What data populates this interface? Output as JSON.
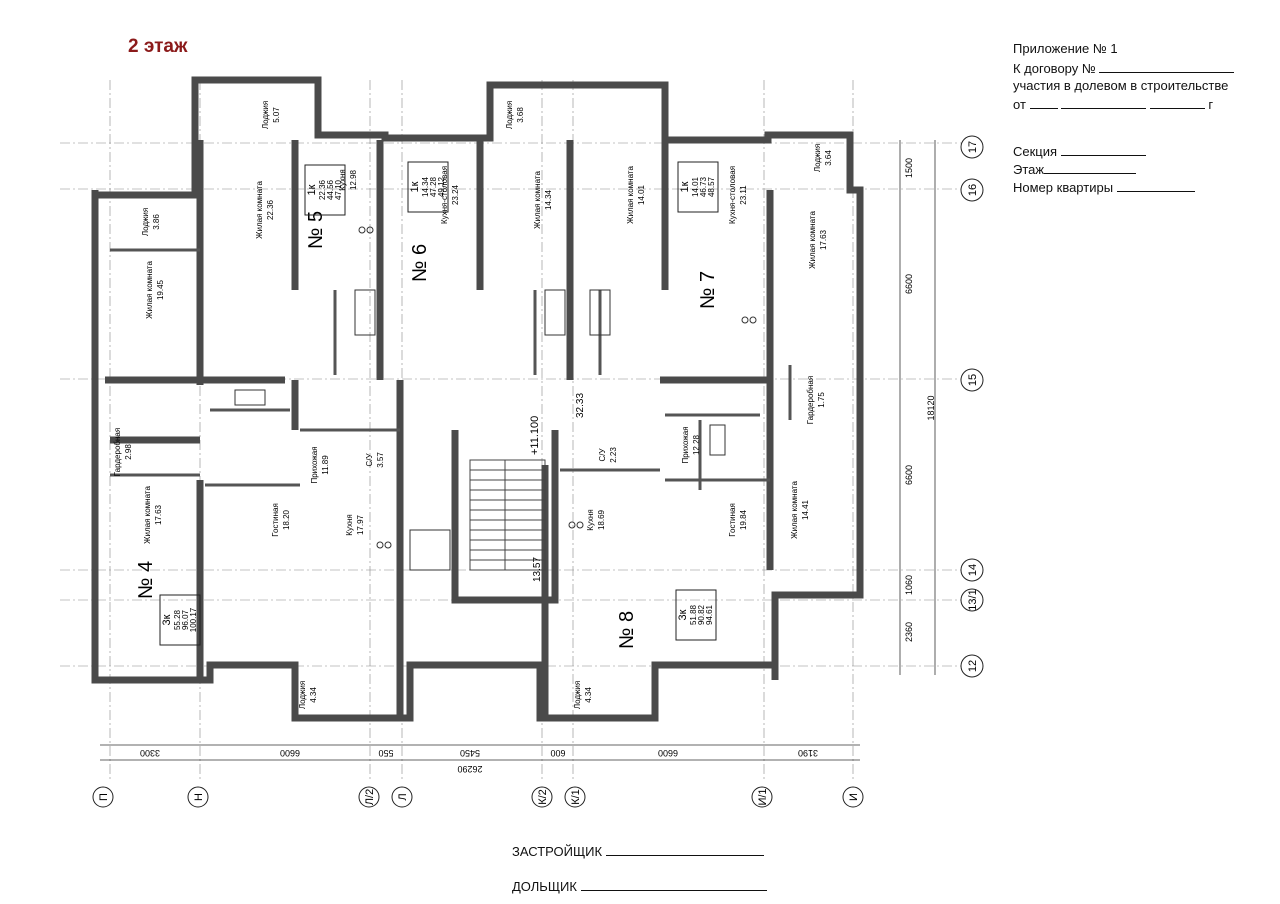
{
  "floor_title": "2 этаж",
  "header": {
    "appendix": "Приложение № 1",
    "contract": "К договору №",
    "participation": "участия в долевом  в строительстве",
    "date_from": "от",
    "date_year": "г",
    "section": "Секция",
    "floor": "Этаж",
    "apartment_number": "Номер квартиры"
  },
  "signatures": {
    "developer": "ЗАСТРОЙЩИК",
    "shareholder": "ДОЛЬЩИК"
  },
  "axes": {
    "bottom": [
      "П",
      "Н",
      "Л/2",
      "Л",
      "К/2",
      "К/1",
      "И/1",
      "И"
    ],
    "right": [
      "17",
      "16",
      "15",
      "14",
      "13/1",
      "12"
    ]
  },
  "dimensions": {
    "bottom_segments": [
      "3300",
      "6600",
      "550",
      "5450",
      "600",
      "6600",
      "3190"
    ],
    "bottom_total": "26290",
    "right_segments": [
      "1500",
      "6600",
      "6600",
      "1060",
      "2360"
    ],
    "right_total": "18120"
  },
  "apartments": [
    {
      "number": "№ 4",
      "rooms": "3к",
      "areas": [
        "55.28",
        "96.07",
        "100.17"
      ]
    },
    {
      "number": "№ 5",
      "rooms": "1к",
      "areas": [
        "22.36",
        "44.56",
        "47.10"
      ]
    },
    {
      "number": "№ 6",
      "rooms": "1к",
      "areas": [
        "14.34",
        "47.28",
        "49.12"
      ]
    },
    {
      "number": "№ 7",
      "rooms": "1к",
      "areas": [
        "14.01",
        "46.73",
        "48.57"
      ]
    },
    {
      "number": "№ 8",
      "rooms": "3к",
      "areas": [
        "51.88",
        "90.82",
        "94.61"
      ]
    }
  ],
  "rooms": [
    {
      "name": "Жилая комната",
      "area": "22.36"
    },
    {
      "name": "Кухня",
      "area": "12.98"
    },
    {
      "name": "Кухня-столовая",
      "area": "23.24"
    },
    {
      "name": "Жилая комната",
      "area": "14.34"
    },
    {
      "name": "Жилая комната",
      "area": "14.01"
    },
    {
      "name": "Кухня-столовая",
      "area": "23.11"
    },
    {
      "name": "Жилая комната",
      "area": "17.63"
    },
    {
      "name": "Жилая комната",
      "area": "19.45"
    },
    {
      "name": "Гардеробная",
      "area": "2.98"
    },
    {
      "name": "Жилая комната",
      "area": "17.63"
    },
    {
      "name": "Гостиная",
      "area": "18.20"
    },
    {
      "name": "Кухня",
      "area": "17.97"
    },
    {
      "name": "Прихожая",
      "area": "11.89"
    },
    {
      "name": "С/У",
      "area": "3.57"
    },
    {
      "name": "Кухня",
      "area": "18.69"
    },
    {
      "name": "Гостиная",
      "area": "19.84"
    },
    {
      "name": "Жилая комната",
      "area": "14.41"
    },
    {
      "name": "Прихожая",
      "area": "12.28"
    },
    {
      "name": "С/У",
      "area": "2.23"
    },
    {
      "name": "Гардеробная",
      "area": "1.75"
    },
    {
      "name": "Лоджия",
      "area": "5.07"
    },
    {
      "name": "Лоджия",
      "area": "3.68"
    },
    {
      "name": "Лоджия",
      "area": "3.64"
    },
    {
      "name": "Лоджия",
      "area": "3.86"
    },
    {
      "name": "Лоджия",
      "area": "4.34"
    },
    {
      "name": "Лоджия",
      "area": "4.34"
    }
  ],
  "elevation": "+11.100",
  "corridor_area": "32.33",
  "stair_area": "13.57",
  "colors": {
    "wall": "#4a4a4a",
    "line": "#222222",
    "title": "#8b1a1a"
  }
}
